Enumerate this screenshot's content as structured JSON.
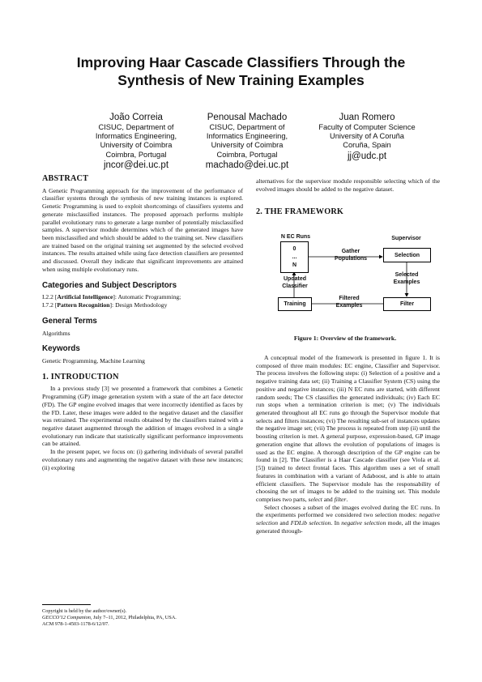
{
  "title": "Improving Haar Cascade Classifiers Through the Synthesis of New Training Examples",
  "authors": [
    {
      "name": "João Correia",
      "aff": [
        "CISUC, Department of",
        "Informatics Engineering,",
        "University of Coimbra",
        "Coimbra, Portugal"
      ],
      "email": "jncor@dei.uc.pt"
    },
    {
      "name": "Penousal Machado",
      "aff": [
        "CISUC, Department of",
        "Informatics Engineering,",
        "University of Coimbra",
        "Coimbra, Portugal"
      ],
      "email": "machado@dei.uc.pt"
    },
    {
      "name": "Juan Romero",
      "aff": [
        "Faculty of Computer Science",
        "University of A Coruña",
        "Coruña, Spain"
      ],
      "email": "jj@udc.pt"
    }
  ],
  "abstract": {
    "heading": "ABSTRACT",
    "text": "A Genetic Programming approach for the improvement of the performance of classifier systems through the synthesis of new training instances is explored. Genetic Programming is used to exploit shortcomings of classifiers systems and generate misclassified instances. The proposed approach performs multiple parallel evolutionary runs to generate a large number of potentially misclassified samples. A supervisor module determines which of the generated images have been misclassified and which should be added to the training set. New classifiers are trained based on the original training set augmented by the selected evolved instances. The results attained while using face detection classifiers are presented and discussed. Overall they indicate that significant improvements are attained when using multiple evolutionary runs."
  },
  "categories": {
    "heading": "Categories and Subject Descriptors",
    "lines": [
      {
        "code": "I.2.2 [",
        "bold": "Artificial Intelligence",
        "rest": "]: Automatic Programming;"
      },
      {
        "code": "I.7.2 [",
        "bold": "Pattern Recognition",
        "rest": "]: Design Methodology"
      }
    ]
  },
  "general_terms": {
    "heading": "General Terms",
    "text": "Algorithms"
  },
  "keywords": {
    "heading": "Keywords",
    "text": "Genetic Programming, Machine Learning"
  },
  "intro": {
    "heading": "1.   INTRODUCTION",
    "p1": "In a previous study [3] we presented a framework that combines a Genetic Programming (GP) image generation system with a state of the art face detector (FD). The GP engine evolved images that were incorrectly identified as faces by the FD. Later, these images were added to the negative dataset and the classifier was retrained. The experimental results obtained by the classifiers trained with a negative dataset augmented through the addition of images evolved in a single evolutionary run indicate that statistically significant performance improvements can be attained.",
    "p2": "In the present paper, we focus on: (i) gathering individuals of several parallel evolutionary runs and augmenting the negative dataset with these new instances; (ii) exploring"
  },
  "footnote": {
    "l1": "Copyright is held by the author/owner(s).",
    "l2": "GECCO'12 Companion,",
    "l2b": " July 7–11, 2012, Philadelphia, PA, USA.",
    "l3": "ACM 978-1-4503-1178-6/12/07."
  },
  "right_top": "alternatives for the supervisor module responsible selecting which of the evolved images should be added to the negative dataset.",
  "framework": {
    "heading": "2.   THE FRAMEWORK",
    "p1": "A conceptual model of the framework is presented in figure 1. It is composed of three main modules: EC engine, Classifier and Supervisor. The process involves the following steps: (i) Selection of a positive and a negative training data set; (ii) Training a Classifier System (CS) using the positive and negative instances; (iii) N EC runs are started, with different random seeds; The CS classifies the generated individuals; (iv) Each EC run stops when a termination criterion is met; (v) The individuals generated throughout all EC runs go through the Supervisor module that selects and filters instances; (vi) The resulting sub-set of instances updates the negative image set; (vii) The process is repeated from step (ii) until the boosting criterion is met. A general purpose, expression-based, GP image generation engine that allows the evolution of populations of images is used as the EC engine. A thorough description of the GP engine can be found in [2]. The Classifier is a Haar Cascade classifier (see Viola et al. [5]) trained to detect frontal faces. This algorithm uses a set of small features in combination with a variant of Adaboost, and is able to attain efficient classifiers. The Supervisor module has the responsability of choosing the set of images to be added to the training set. This module comprises two parts, ",
    "p1_select": "select",
    "p1_and": " and ",
    "p1_filter": "filter",
    "p1_end": ".",
    "p2a": "Select chooses a subset of the images evolved during the EC runs. In the experiments performed we considered two selection modes: ",
    "p2_neg": "negative selection",
    "p2_and": " and ",
    "p2_fdlib": "FDLib selection",
    "p2b": ". In ",
    "p2_neg2": "negative selection",
    "p2c": " mode, all the images generated through-"
  },
  "figure": {
    "caption": "Figure 1:  Overview of the framework.",
    "nec_runs": "N EC Runs",
    "zero": "0",
    "dots": "...",
    "n": "N",
    "supervisor": "Supervisor",
    "gather": "Gather\nPopulations",
    "selection": "Selection",
    "selected_examples": "Selected\nExamples",
    "updated_classifier": "Updated\nClassifier",
    "filtered_examples": "Filtered\nExamples",
    "training": "Training",
    "filter": "Filter"
  }
}
